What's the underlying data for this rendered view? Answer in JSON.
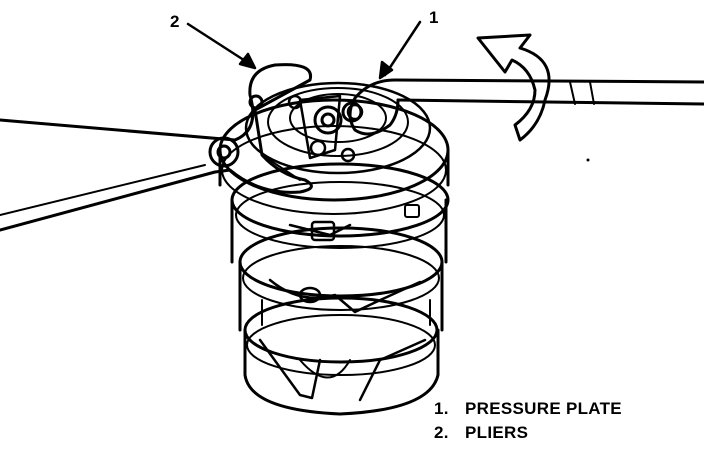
{
  "diagram": {
    "callouts": [
      {
        "number": "1",
        "target": "pressure-plate"
      },
      {
        "number": "2",
        "target": "pliers"
      }
    ],
    "legend": [
      {
        "number": "1.",
        "label": "PRESSURE PLATE"
      },
      {
        "number": "2.",
        "label": "PLIERS"
      }
    ],
    "colors": {
      "line": "#000000",
      "background": "#ffffff"
    }
  }
}
